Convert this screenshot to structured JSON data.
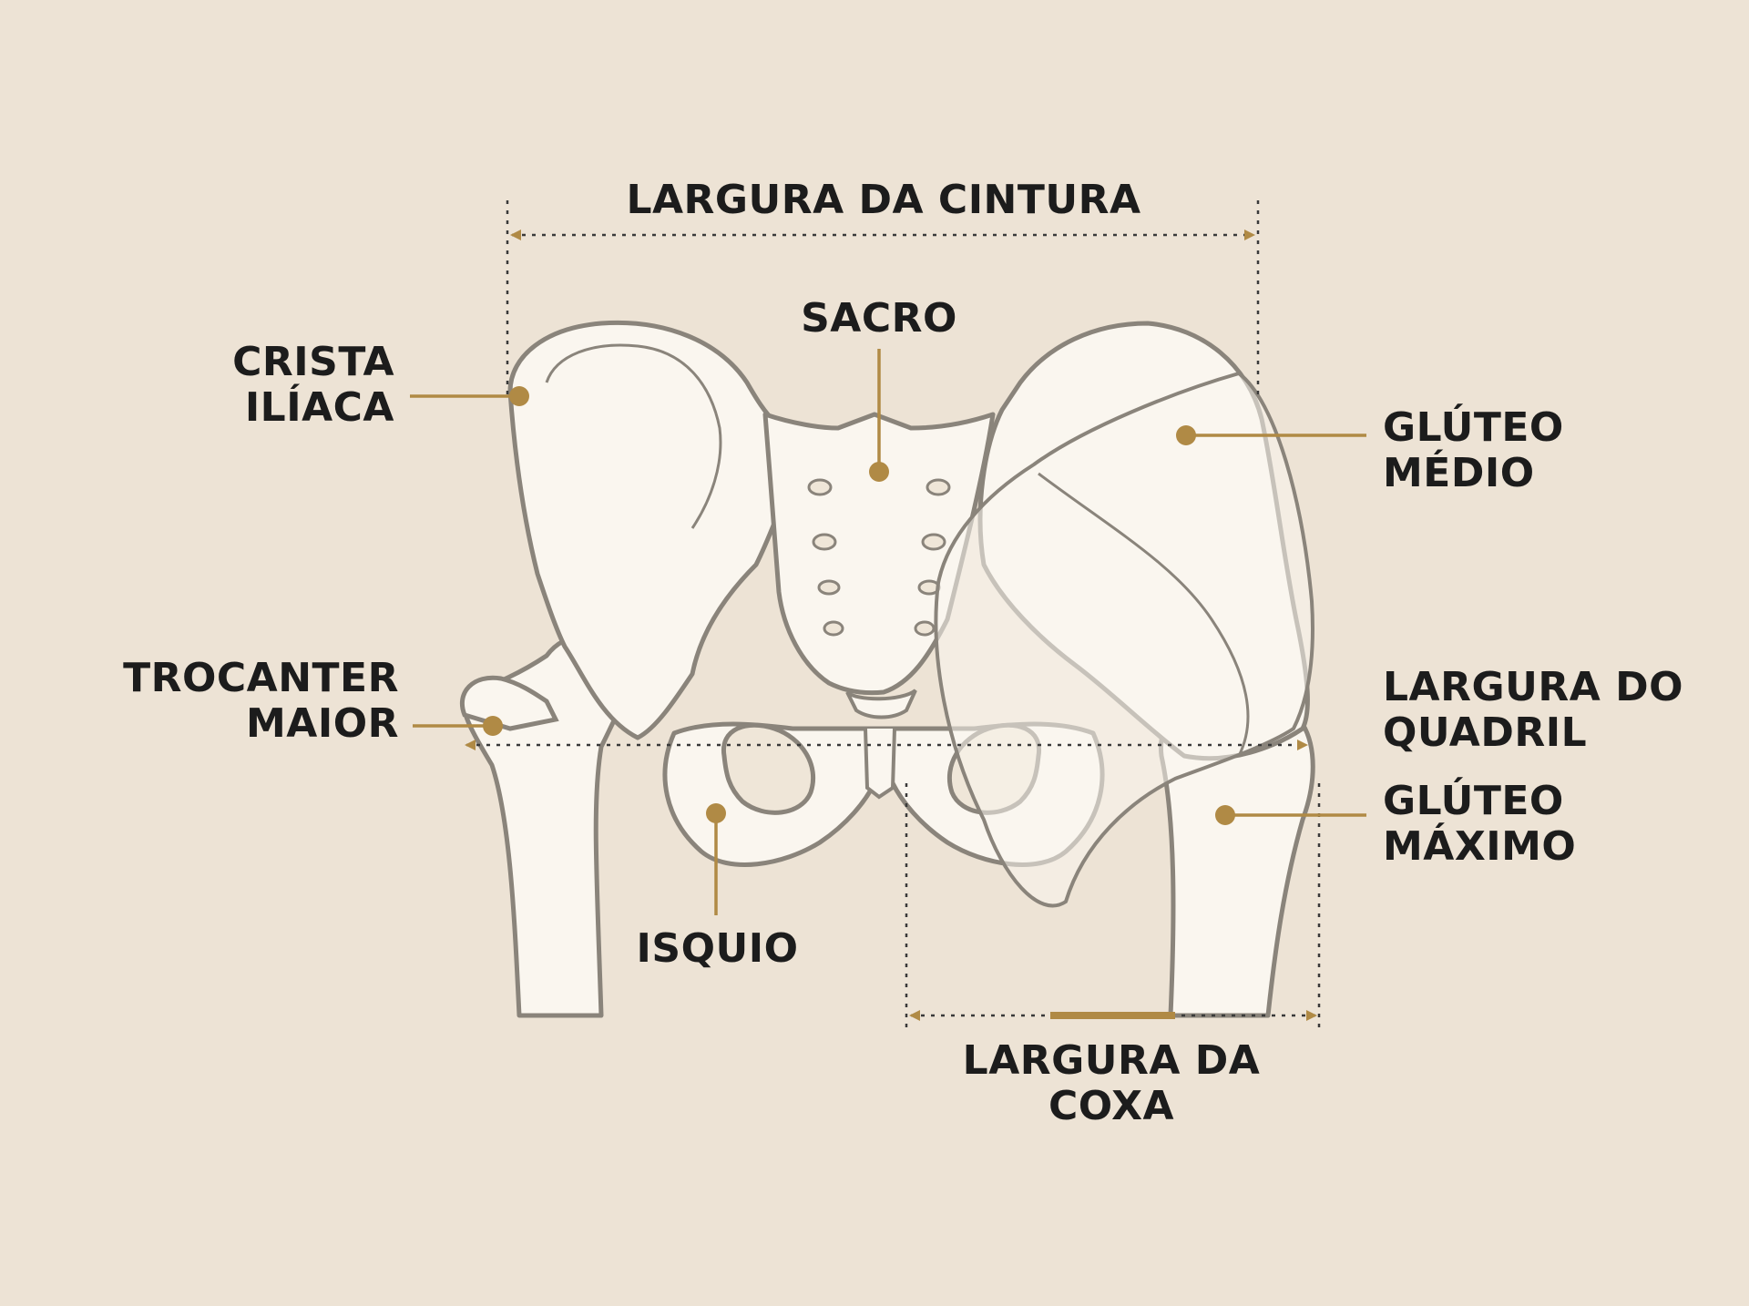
{
  "colors": {
    "background": "#ede3d5",
    "bone_fill": "#faf6ef",
    "outline": "#8a847b",
    "accent": "#b08a45",
    "dotted_line": "#3a3a3a",
    "text": "#1c1c1c"
  },
  "labels": {
    "waist_width": "LARGURA DA CINTURA",
    "sacrum": "SACRO",
    "iliac_crest": [
      "CRISTA",
      "ILÍACA"
    ],
    "gluteus_medius": [
      "GLÚTEO",
      "MÉDIO"
    ],
    "greater_trochanter": [
      "TROCANTER",
      "MAIOR"
    ],
    "hip_width": [
      "LARGURA DO",
      "QUADRIL"
    ],
    "gluteus_maximus": [
      "GLÚTEO",
      "MÁXIMO"
    ],
    "ischium": "ISQUIO",
    "thigh_width": [
      "LARGURA DA",
      "COXA"
    ]
  }
}
